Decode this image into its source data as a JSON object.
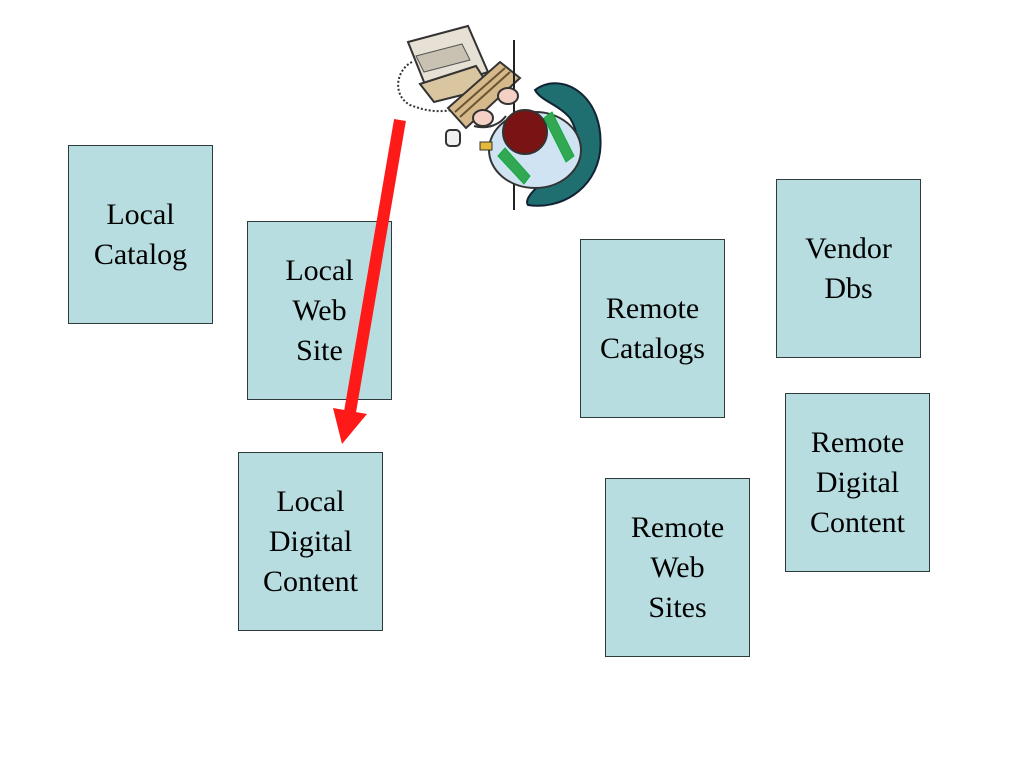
{
  "boxes": {
    "local_catalog": [
      "Local",
      "Catalog"
    ],
    "local_web_site": [
      "Local",
      "Web",
      "Site"
    ],
    "local_digital_content": [
      "Local",
      "Digital",
      "Content"
    ],
    "remote_catalogs": [
      "Remote",
      "Catalogs"
    ],
    "vendor_dbs": [
      "Vendor",
      "Dbs"
    ],
    "remote_digital_content": [
      "Remote",
      "Digital",
      "Content"
    ],
    "remote_web_sites": [
      "Remote",
      "Web",
      "Sites"
    ]
  },
  "colors": {
    "box_fill": "#b7dde0",
    "box_border": "#2f3a3c",
    "arrow": "#ff1a1a"
  },
  "icons": {
    "user": "user-at-computer-icon",
    "arrow": "search-arrow"
  }
}
